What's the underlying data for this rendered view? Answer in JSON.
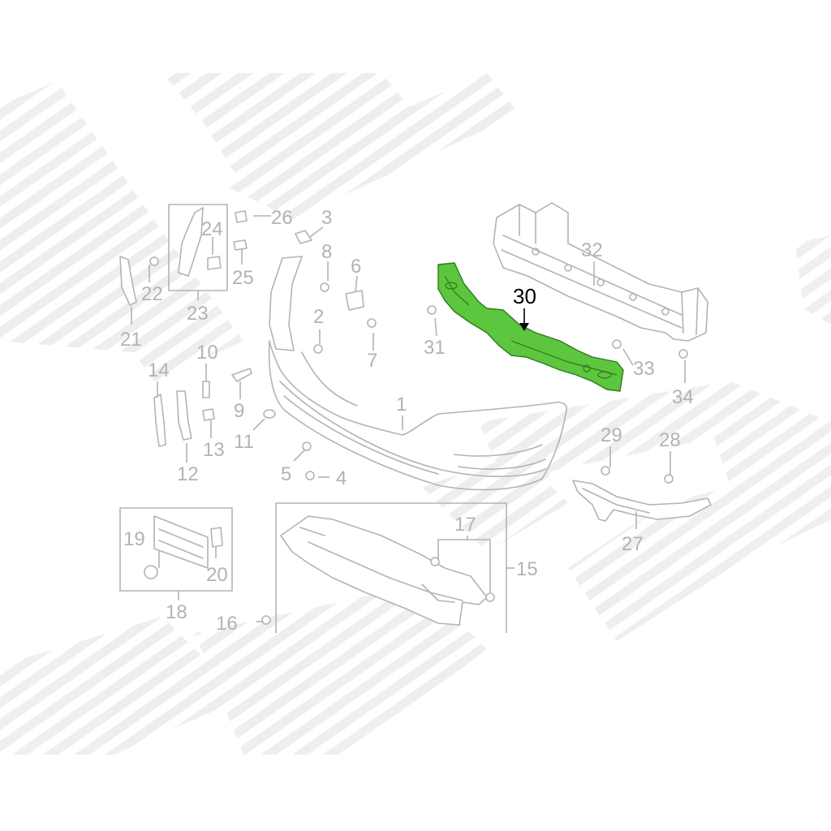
{
  "diagram": {
    "highlight_color": "#5cc63e",
    "line_color": "#b3b3b3",
    "callouts": [
      {
        "id": "1",
        "label": "1"
      },
      {
        "id": "2",
        "label": "2"
      },
      {
        "id": "3",
        "label": "3"
      },
      {
        "id": "4",
        "label": "4"
      },
      {
        "id": "5",
        "label": "5"
      },
      {
        "id": "6",
        "label": "6"
      },
      {
        "id": "7",
        "label": "7"
      },
      {
        "id": "8",
        "label": "8"
      },
      {
        "id": "9",
        "label": "9"
      },
      {
        "id": "10",
        "label": "10"
      },
      {
        "id": "11",
        "label": "11"
      },
      {
        "id": "12",
        "label": "12"
      },
      {
        "id": "13",
        "label": "13"
      },
      {
        "id": "14",
        "label": "14"
      },
      {
        "id": "15",
        "label": "15"
      },
      {
        "id": "16",
        "label": "16"
      },
      {
        "id": "17",
        "label": "17"
      },
      {
        "id": "18",
        "label": "18"
      },
      {
        "id": "19",
        "label": "19"
      },
      {
        "id": "20",
        "label": "20"
      },
      {
        "id": "21",
        "label": "21"
      },
      {
        "id": "22",
        "label": "22"
      },
      {
        "id": "23",
        "label": "23"
      },
      {
        "id": "24",
        "label": "24"
      },
      {
        "id": "25",
        "label": "25"
      },
      {
        "id": "26",
        "label": "26"
      },
      {
        "id": "27",
        "label": "27"
      },
      {
        "id": "28",
        "label": "28"
      },
      {
        "id": "29",
        "label": "29"
      },
      {
        "id": "30",
        "label": "30",
        "highlighted": true
      },
      {
        "id": "31",
        "label": "31"
      },
      {
        "id": "32",
        "label": "32"
      },
      {
        "id": "33",
        "label": "33"
      },
      {
        "id": "34",
        "label": "34"
      }
    ]
  }
}
